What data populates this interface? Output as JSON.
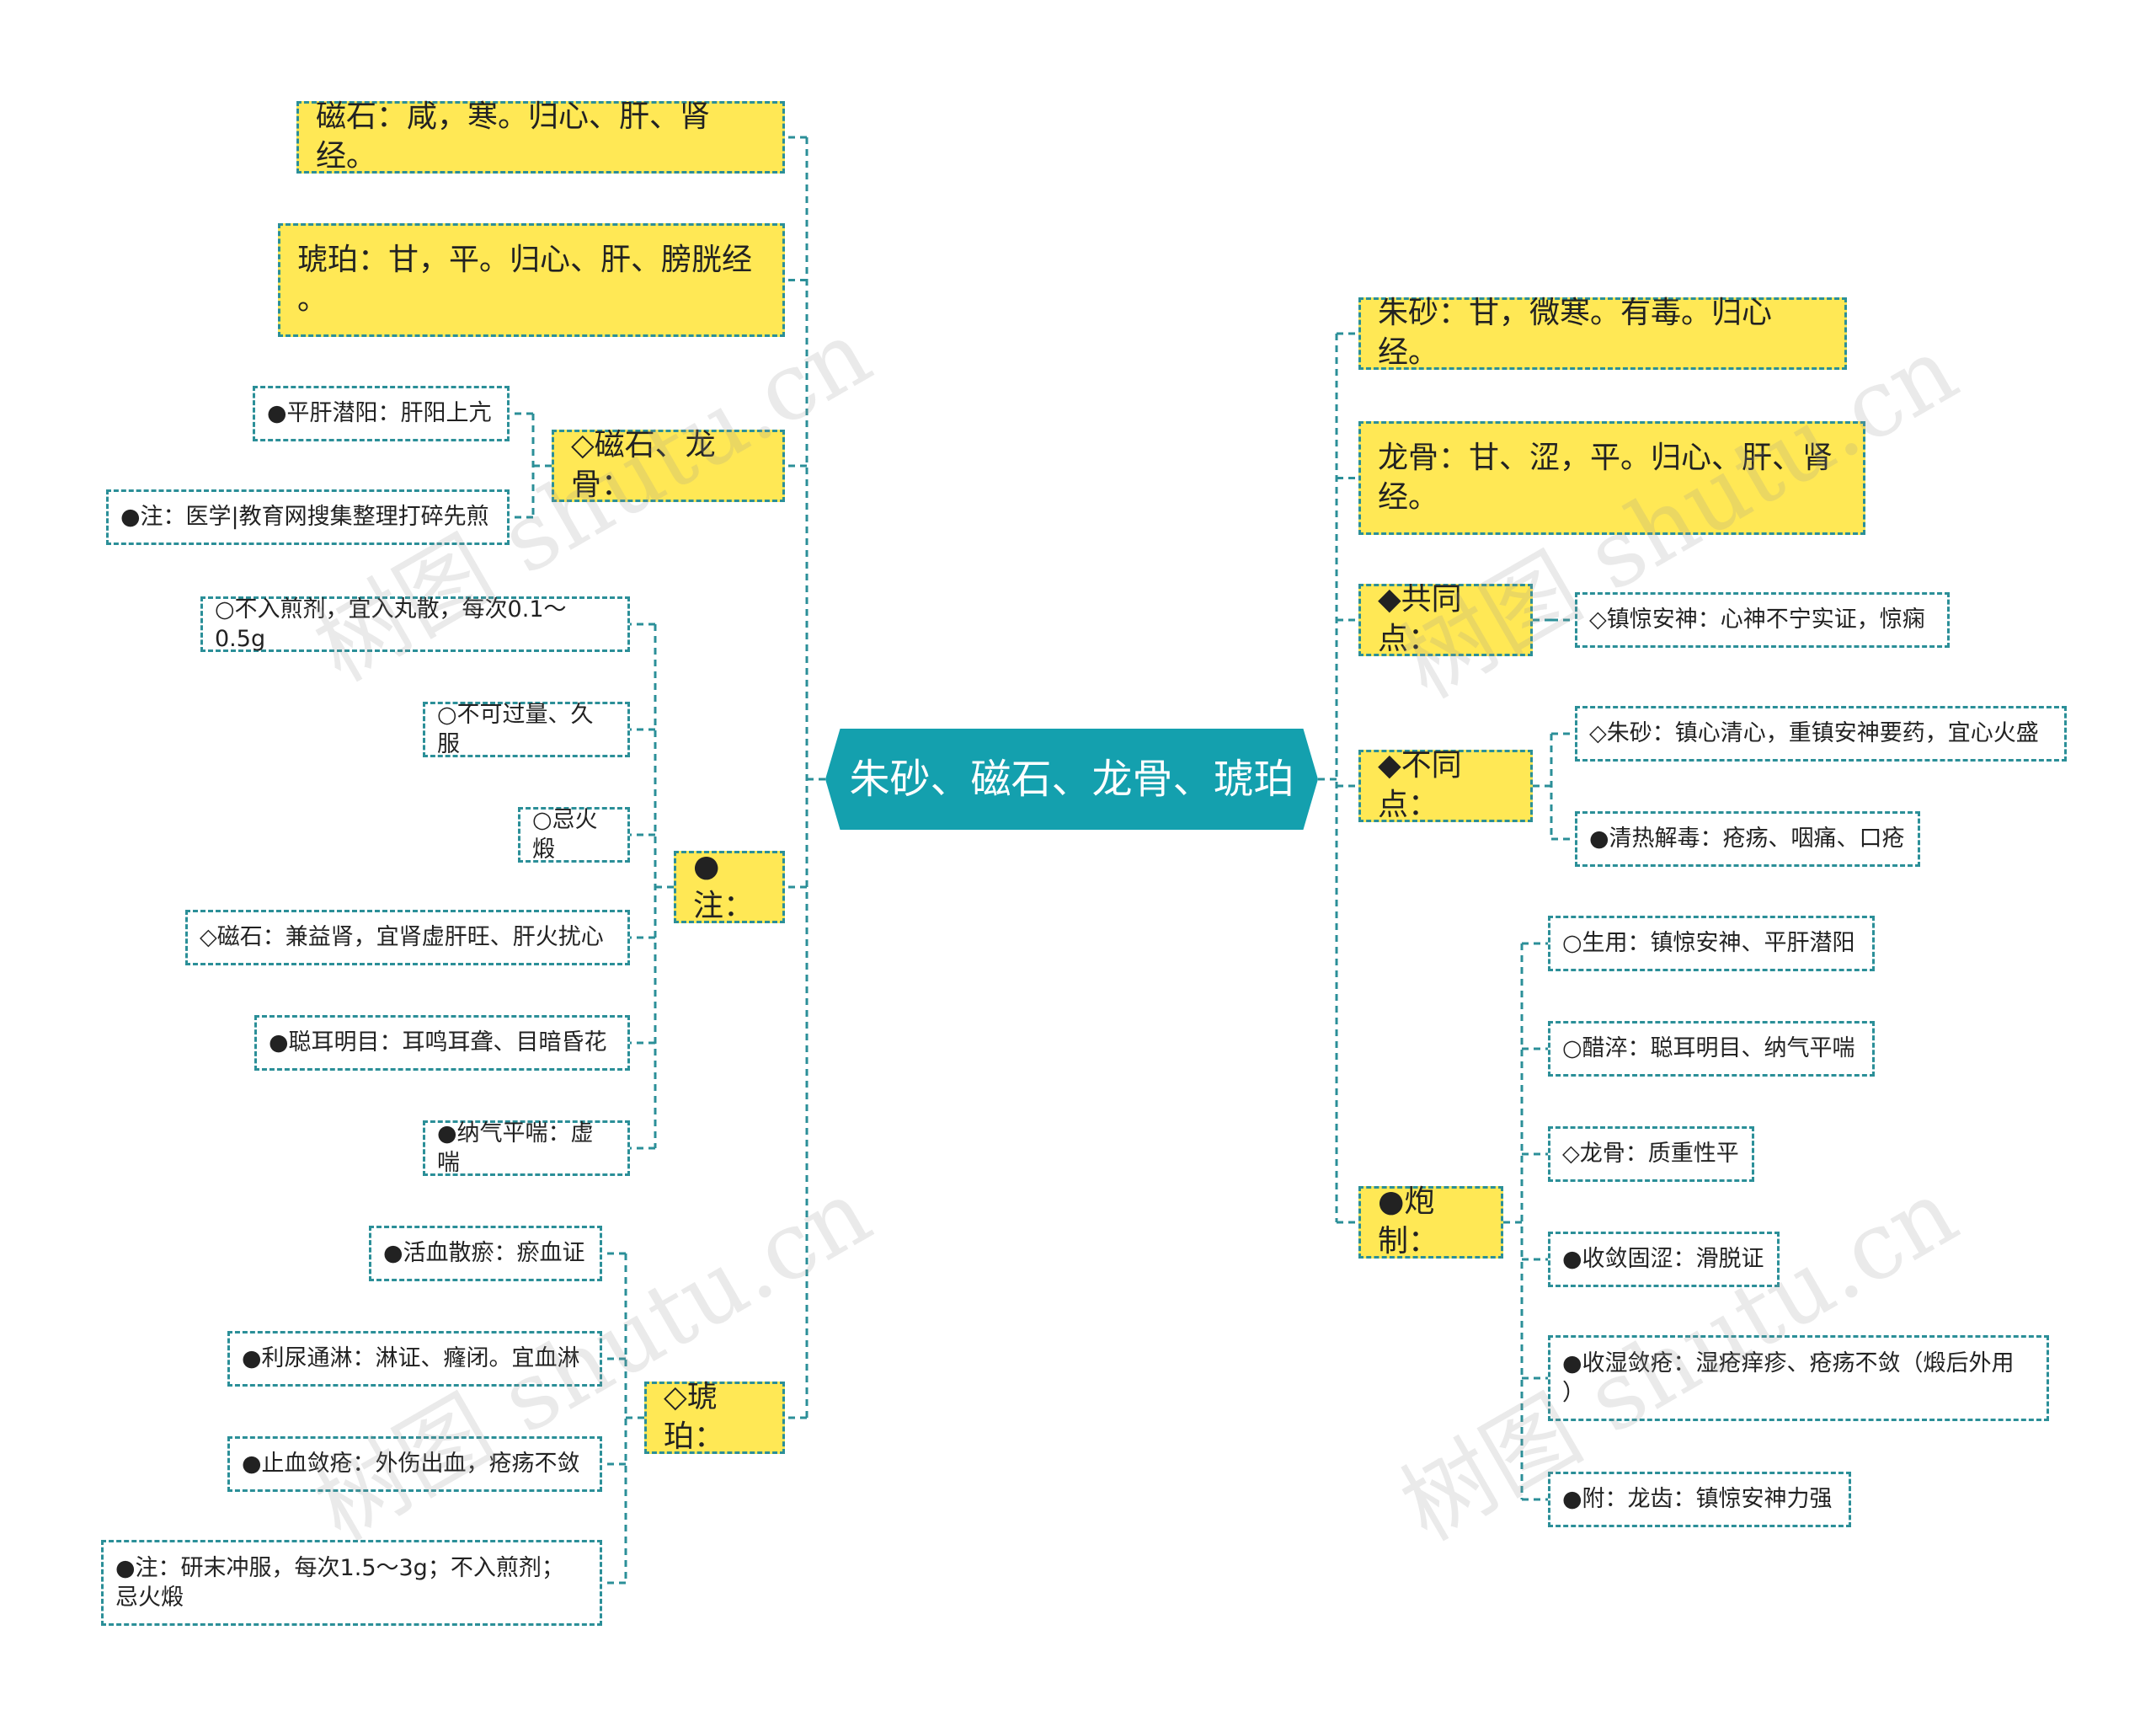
{
  "diagram": {
    "root": {
      "text": "朱砂、磁石、龙骨、琥珀"
    },
    "left": [
      {
        "text": "磁石：咸，寒。归心、肝、肾经。",
        "children": []
      },
      {
        "text": "琥珀：甘，平。归心、肝、膀胱经\n。",
        "children": []
      },
      {
        "text": "◇磁石、龙骨：",
        "children": [
          "●平肝潜阳：肝阳上亢",
          "●注：医学|教育网搜集整理打碎先煎"
        ]
      },
      {
        "text": "●注：",
        "children": [
          "○不入煎剂，宜入丸散，每次0.1～0.5g",
          "○不可过量、久服",
          "○忌火煅",
          "◇磁石：兼益肾，宜肾虚肝旺、肝火扰心",
          "●聪耳明目：耳鸣耳聋、目暗昏花",
          "●纳气平喘：虚喘"
        ]
      },
      {
        "text": "◇琥珀：",
        "children": [
          "●活血散瘀：瘀血证",
          "●利尿通淋：淋证、癃闭。宜血淋",
          "●止血敛疮：外伤出血，疮疡不敛",
          "●注：研末冲服，每次1.5～3g；不入煎剂；\n忌火煅"
        ]
      }
    ],
    "right": [
      {
        "text": "朱砂：甘，微寒。有毒。归心经。",
        "children": []
      },
      {
        "text": "龙骨：甘、涩，平。归心、肝、肾\n经。",
        "children": []
      },
      {
        "text": "◆共同点：",
        "children": [
          "◇镇惊安神：心神不宁实证，惊痫"
        ]
      },
      {
        "text": "◆不同点：",
        "children": [
          "◇朱砂：镇心清心，重镇安神要药，宜心火盛",
          "●清热解毒：疮疡、咽痛、口疮"
        ]
      },
      {
        "text": "●炮制：",
        "children": [
          "○生用：镇惊安神、平肝潜阳",
          "○醋淬：聪耳明目、纳气平喘",
          "◇龙骨：质重性平",
          "●收敛固涩：滑脱证",
          "●收湿敛疮：湿疮痒疹、疮疡不敛（煅后外用\n）",
          "●附：龙齿：镇惊安神力强"
        ]
      }
    ]
  },
  "watermark": "树图 shutu.cn",
  "colors": {
    "center_fill": "#14a0ae",
    "branch_fill": "#ffe855",
    "connector": "#2b8f98",
    "leaf_fill": "#ffffff"
  }
}
